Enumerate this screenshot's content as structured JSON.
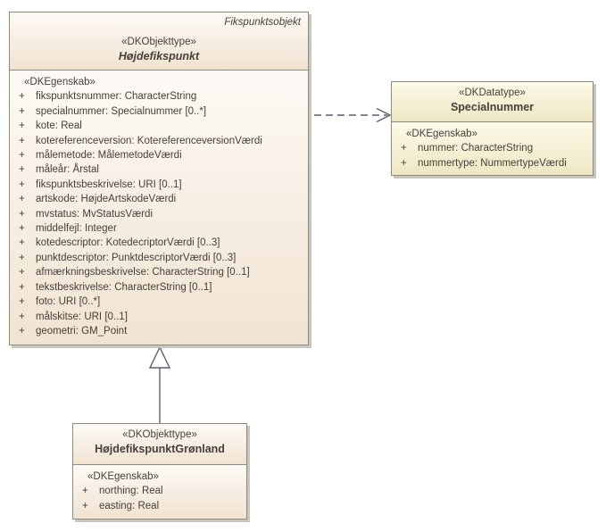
{
  "colors": {
    "obj_fill_top": "#FDFAF6",
    "obj_fill_bottom": "#F1E3D1",
    "data_fill_top": "#FCFAE9",
    "data_fill_bottom": "#EEE7C4",
    "border": "#8F887C",
    "connector": "#5A5F6E",
    "text": "#44403A",
    "shadow": "#C9C6BF"
  },
  "hojdefikspunkt": {
    "package_label": "Fikspunktsobjekt",
    "stereotype": "«DKObjekttype»",
    "name": "Højdefikspunkt",
    "egenskab_label": "«DKEgenskab»",
    "attributes": [
      {
        "vis": "+",
        "text": "fikspunktsnummer: CharacterString"
      },
      {
        "vis": "+",
        "text": "specialnummer: Specialnummer [0..*]"
      },
      {
        "vis": "+",
        "text": "kote: Real"
      },
      {
        "vis": "+",
        "text": "kotereferenceversion: KotereferenceversionVærdi"
      },
      {
        "vis": "+",
        "text": "målemetode: MålemetodeVærdi"
      },
      {
        "vis": "+",
        "text": "måleår: Årstal"
      },
      {
        "vis": "+",
        "text": "fikspunktsbeskrivelse: URI [0..1]"
      },
      {
        "vis": "+",
        "text": "artskode: HøjdeArtskodeVærdi"
      },
      {
        "vis": "+",
        "text": "mvstatus: MvStatusVærdi"
      },
      {
        "vis": "+",
        "text": "middelfejl: Integer"
      },
      {
        "vis": "+",
        "text": "kotedescriptor: KotedecriptorVærdi [0..3]"
      },
      {
        "vis": "+",
        "text": "punktdescriptor: PunktdescriptorVærdi [0..3]"
      },
      {
        "vis": "+",
        "text": "afmærkningsbeskrivelse: CharacterString [0..1]"
      },
      {
        "vis": "+",
        "text": "tekstbeskrivelse: CharacterString [0..1]"
      },
      {
        "vis": "+",
        "text": "foto: URI [0..*]"
      },
      {
        "vis": "+",
        "text": "målskitse: URI [0..1]"
      },
      {
        "vis": "+",
        "text": "geometri: GM_Point"
      }
    ]
  },
  "specialnummer": {
    "stereotype": "«DKDatatype»",
    "name": "Specialnummer",
    "egenskab_label": "«DKEgenskab»",
    "attributes": [
      {
        "vis": "+",
        "text": "nummer: CharacterString"
      },
      {
        "vis": "+",
        "text": "nummertype: NummertypeVærdi"
      }
    ]
  },
  "gronland": {
    "stereotype": "«DKObjekttype»",
    "name": "HøjdefikspunktGrønland",
    "egenskab_label": "«DKEgenskab»",
    "attributes": [
      {
        "vis": "+",
        "text": "northing: Real"
      },
      {
        "vis": "+",
        "text": "easting: Real"
      }
    ]
  }
}
